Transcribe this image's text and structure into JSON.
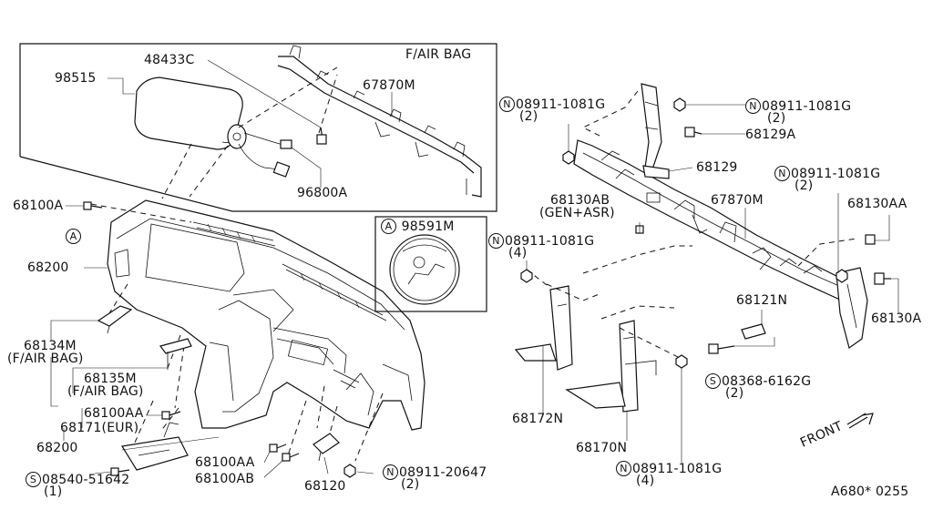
{
  "panel_title": "F/AIR BAG",
  "parts": {
    "p98515": "98515",
    "p48433C": "48433C",
    "p67870M_box": "67870M",
    "p96800A": "96800A",
    "p68100A": "68100A",
    "ref_A": "A",
    "p68200_top": "68200",
    "p68134M": "68134M",
    "p68134M_note": "(F/AIR BAG)",
    "p68135M": "68135M",
    "p68135M_note": "(F/AIR BAG)",
    "p68100AA_left": "68100AA",
    "p68171": "68171(EUR)",
    "p68200_bottom": "68200",
    "s_marker": "S",
    "p08540": "08540-51642",
    "p08540_qty": "(1)",
    "p68100AA_bottom": "68100AA",
    "p68100AB": "68100AB",
    "p68120": "68120",
    "n_marker": "N",
    "p08911_20647": "08911-20647",
    "p08911_20647_qty": "(2)",
    "inset_ref": "A",
    "p98591M": "98591M",
    "p08911_tl": "08911-1081G",
    "p08911_tl_qty": "(2)",
    "p08911_tr": "08911-1081G",
    "p08911_tr_qty": "(2)",
    "p68129A": "68129A",
    "p68129": "68129",
    "p68130AB": "68130AB",
    "p68130AB_note": "(GEN+ASR)",
    "p67870M_main": "67870M",
    "p08911_r": "08911-1081G",
    "p08911_r_qty": "(2)",
    "p68130AA": "68130AA",
    "p08911_ml": "08911-1081G",
    "p08911_ml_qty": "(4)",
    "p68121N": "68121N",
    "p68130A": "68130A",
    "p08368": "08368-6162G",
    "p08368_qty": "(2)",
    "p68172N": "68172N",
    "p68170N": "68170N",
    "p08911_bot": "08911-1081G",
    "p08911_bot_qty": "(4)",
    "front": "FRONT",
    "diagram_code": "A680* 0255"
  }
}
